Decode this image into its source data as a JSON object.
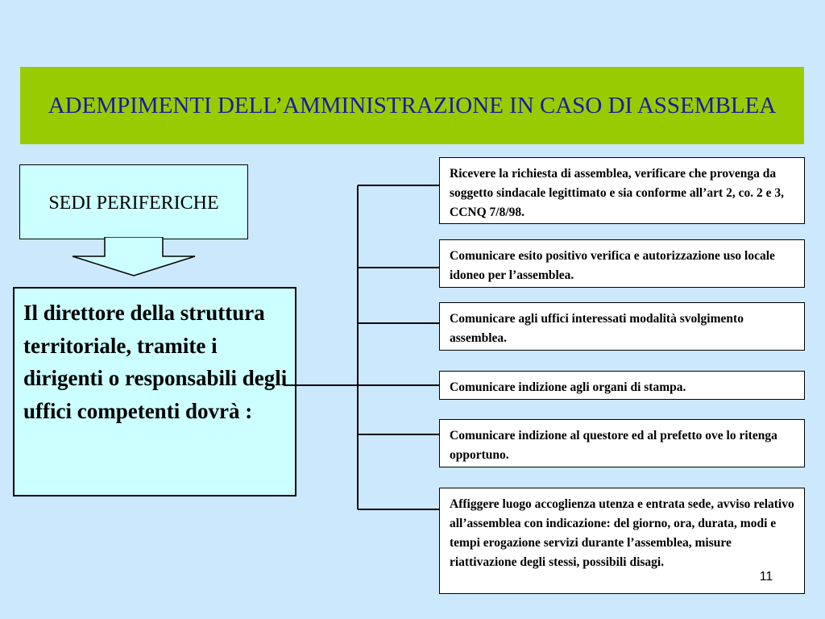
{
  "title": "ADEMPIMENTI DELL’AMMINISTRAZIONE IN CASO DI ASSEMBLEA",
  "sedi": "SEDI PERIFERICHE",
  "main_text": "Il direttore della struttura territoriale, tramite i dirigenti o responsabili degli uffici competenti dovrà :",
  "tasks": [
    "Ricevere la richiesta di assemblea, verificare che provenga da soggetto sindacale legittimato e sia conforme all’art 2, co. 2 e 3, CCNQ 7/8/98.",
    "Comunicare esito positivo verifica e autorizzazione uso locale idoneo per l’assemblea.",
    "Comunicare agli uffici interessati  modalità svolgimento assemblea.",
    "Comunicare indizione  agli organi di stampa.",
    "Comunicare indizione al questore ed al prefetto ove lo ritenga opportuno.",
    "Affiggere  luogo accoglienza utenza e entrata  sede, avviso relativo all’assemblea con indicazione: del giorno, ora, durata, modi e tempi erogazione servizi durante l’assemblea, misure riattivazione degli stessi, possibili disagi."
  ],
  "page_number": "11",
  "colors": {
    "background": "#cce8fd",
    "title_band": "#99cc00",
    "title_text": "#1a1aa6",
    "box_fill": "#ccffff",
    "task_fill": "#ffffff"
  }
}
